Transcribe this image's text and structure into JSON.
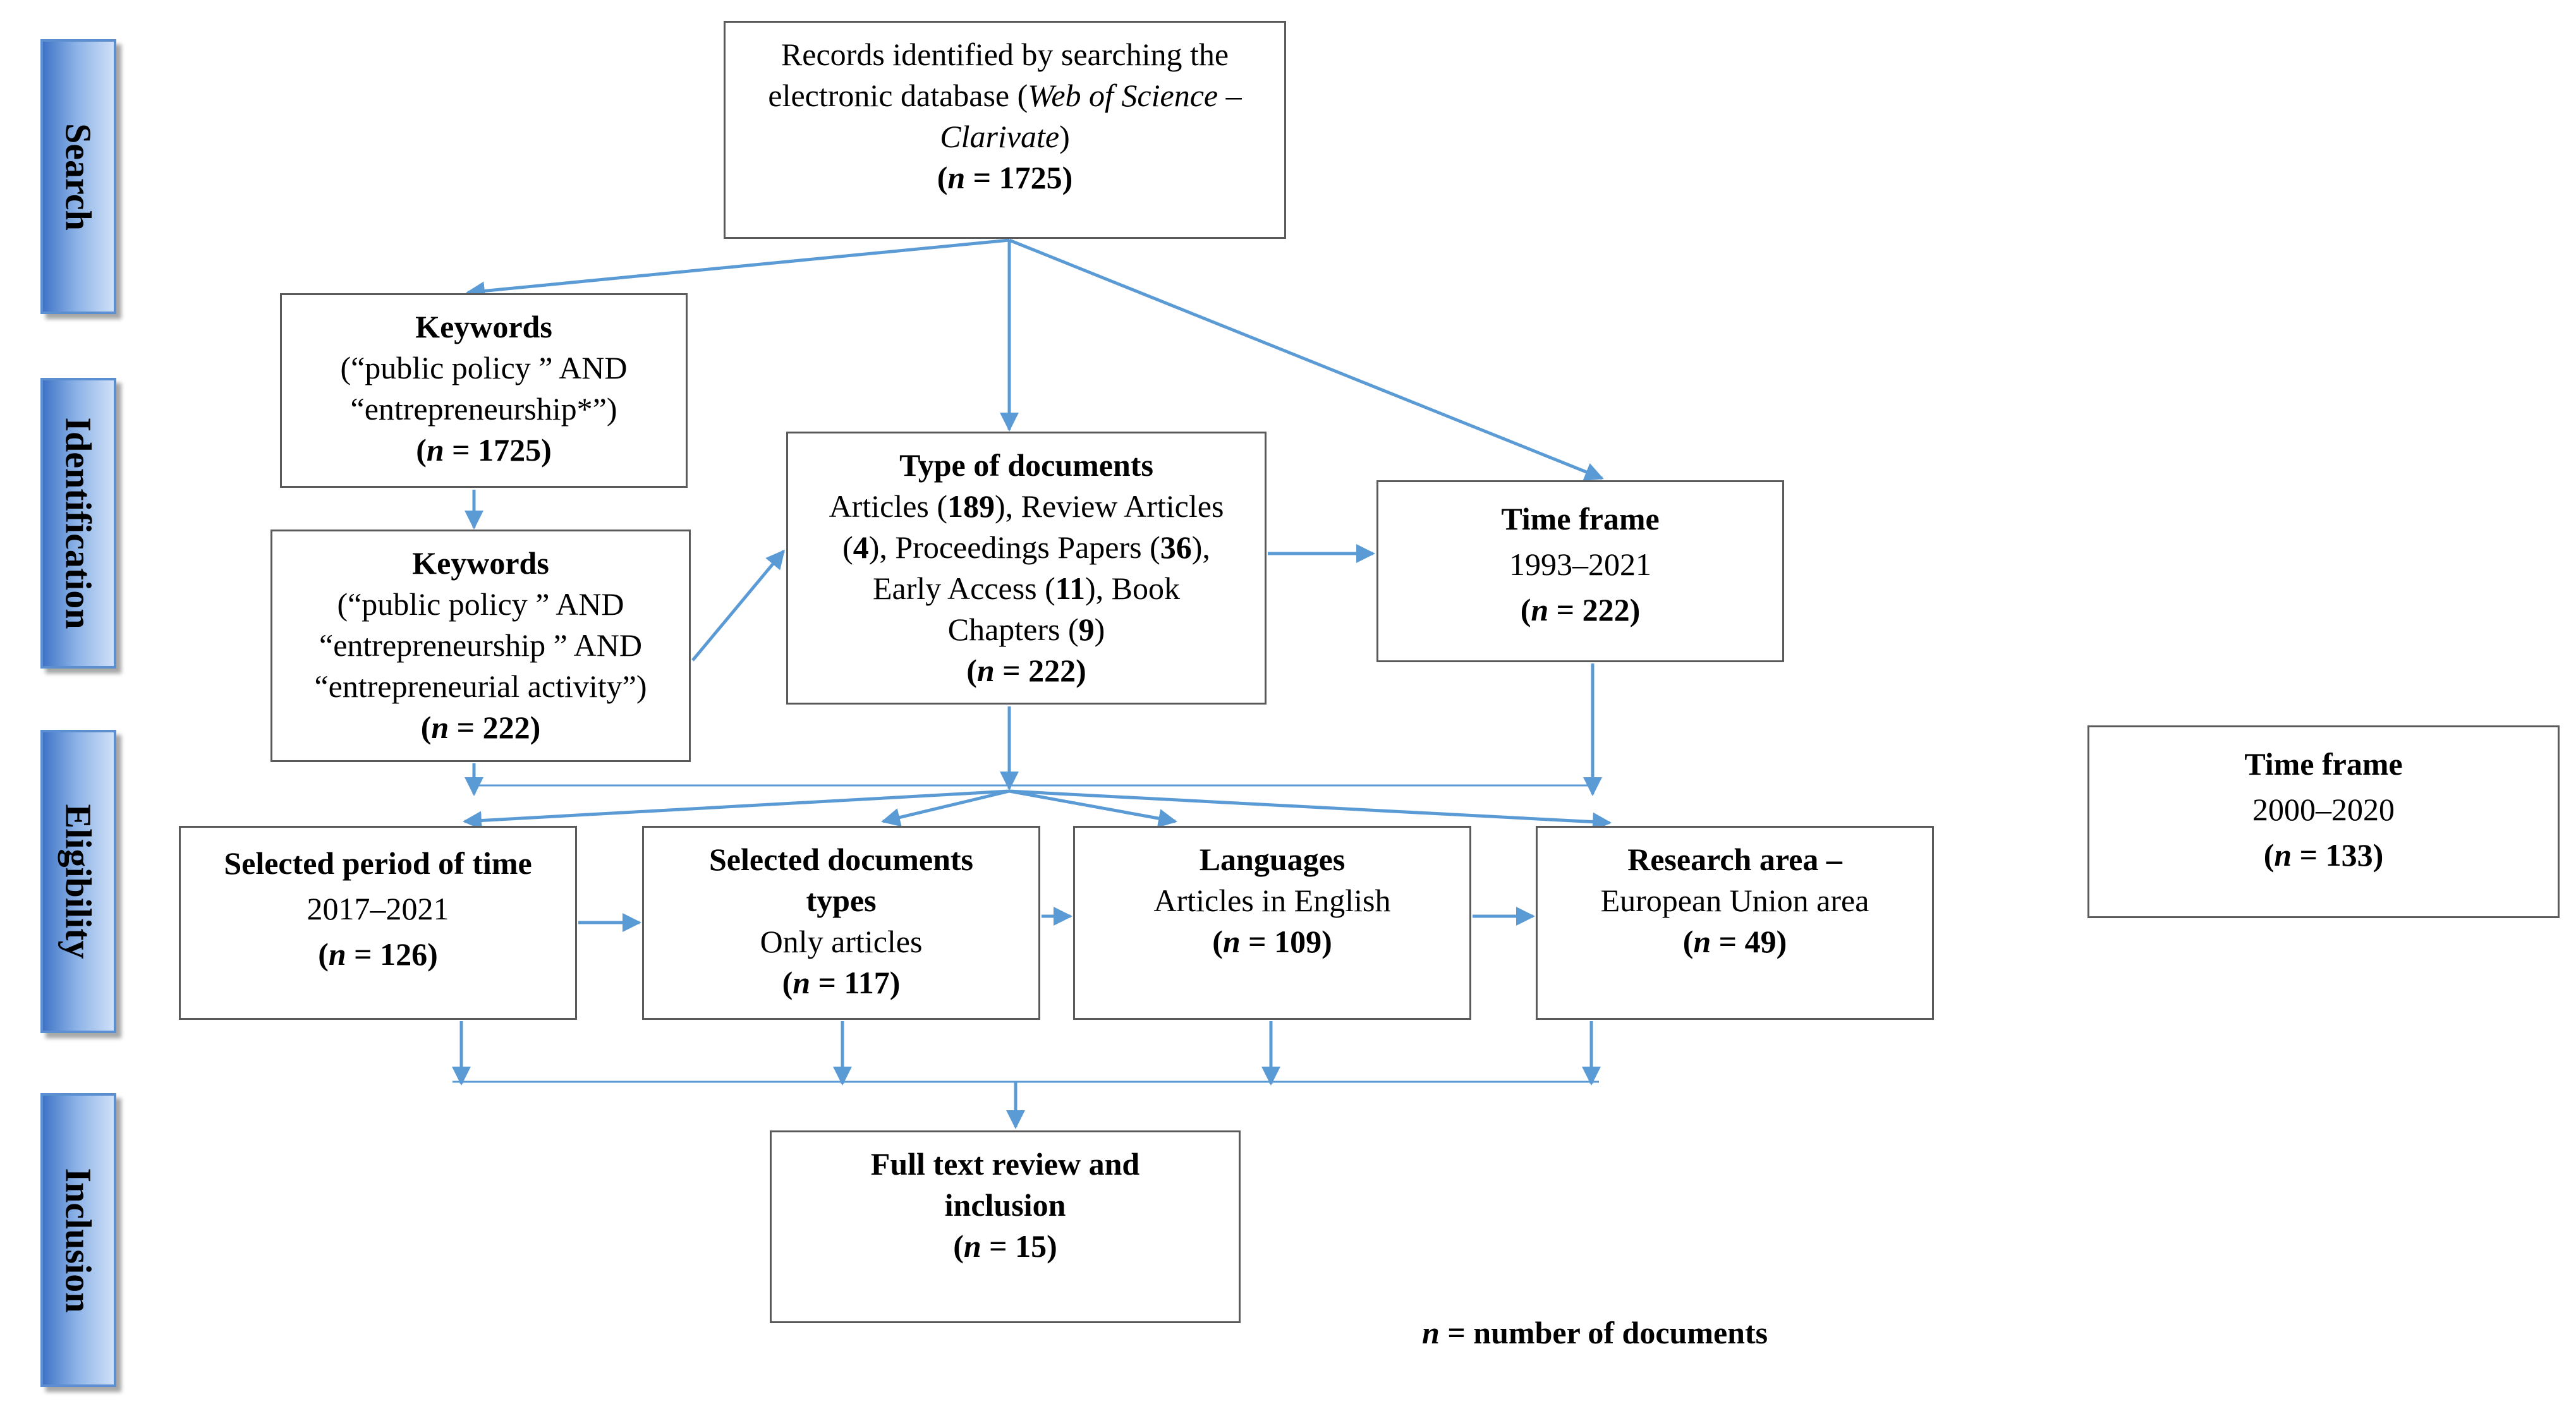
{
  "stages": {
    "search": "Search",
    "identification": "Identification",
    "eligibility": "Eligibility",
    "inclusion": "Inclusion"
  },
  "boxes": {
    "records": {
      "line1": "Records identified by searching the",
      "line2a": "electronic database (",
      "line2b": "Web of Science –",
      "line3a": "Clarivate",
      "line3b": ")",
      "n": "1725"
    },
    "keywords1": {
      "title": "Keywords",
      "line1": "(“public policy  ” AND",
      "line2": "“entrepreneurship*”)",
      "n": "1725"
    },
    "keywords2": {
      "title": "Keywords",
      "line1": "(“public policy  ” AND",
      "line2": "“entrepreneurship  ” AND",
      "line3": "“entrepreneurial activity”)",
      "n": "222"
    },
    "types": {
      "title": "Type of documents",
      "l1a": "Articles (",
      "l1b": "189",
      "l1c": "), Review Articles",
      "l2a": "(",
      "l2b": "4",
      "l2c": "), Proceedings Papers (",
      "l2d": "36",
      "l2e": "),",
      "l3a": "Early Access (",
      "l3b": "11",
      "l3c": "), Book",
      "l4a": "Chapters (",
      "l4b": "9",
      "l4c": ")",
      "n": "222"
    },
    "timeframe1": {
      "title": "Time frame",
      "range": "1993–2021",
      "n": "222"
    },
    "timeframe2": {
      "title": "Time frame",
      "range": "2000–2020",
      "n": "133"
    },
    "period": {
      "title": "Selected period of time",
      "range": "2017–2021",
      "n": "126"
    },
    "doctypes": {
      "title1": "Selected documents",
      "title2": "types",
      "line": "Only articles",
      "n": "117"
    },
    "languages": {
      "title": "Languages",
      "line": "Articles in English",
      "n": "109"
    },
    "area": {
      "title": "Research area –",
      "line": "European Union area",
      "n": "49"
    },
    "full": {
      "title1": "Full text review and",
      "title2": "inclusion",
      "n": "15"
    }
  },
  "n_symbol": "n",
  "equals": " = ",
  "legend": {
    "n": "n",
    "text": " = number of documents"
  },
  "colors": {
    "arrow": "#5b9bd5",
    "stage_fill": "#89b0e6",
    "box_border": "#5a5a5a"
  }
}
